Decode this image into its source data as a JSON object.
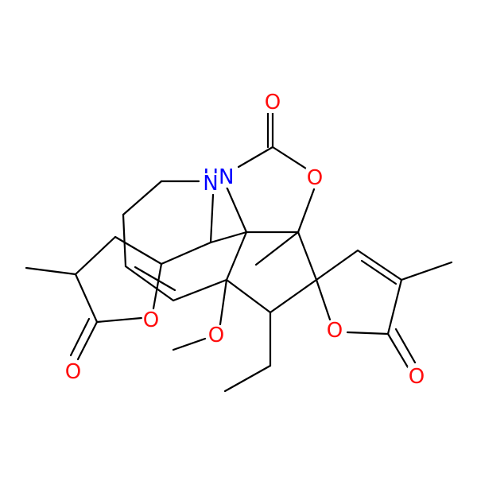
{
  "molecule": {
    "colors": {
      "bond": "#000000",
      "O": "#ff0d0d",
      "N": "#0000ff",
      "background": "#ffffff"
    },
    "atoms": [
      {
        "id": "o_carbonyl_top",
        "element": "O",
        "label": "O"
      },
      {
        "id": "o_ring_carbamate",
        "element": "O",
        "label": "O"
      },
      {
        "id": "n_nh",
        "element": "N",
        "label": "HN"
      },
      {
        "id": "n_amine",
        "element": "N",
        "label": "N"
      },
      {
        "id": "o_lactone_left_ring",
        "element": "O",
        "label": "O"
      },
      {
        "id": "o_lactone_left_carbonyl",
        "element": "O",
        "label": "O"
      },
      {
        "id": "o_methoxy",
        "element": "O",
        "label": "O"
      },
      {
        "id": "o_lactone_right_ring",
        "element": "O",
        "label": "O"
      },
      {
        "id": "o_lactone_right_carbonyl",
        "element": "O",
        "label": "O"
      }
    ]
  }
}
